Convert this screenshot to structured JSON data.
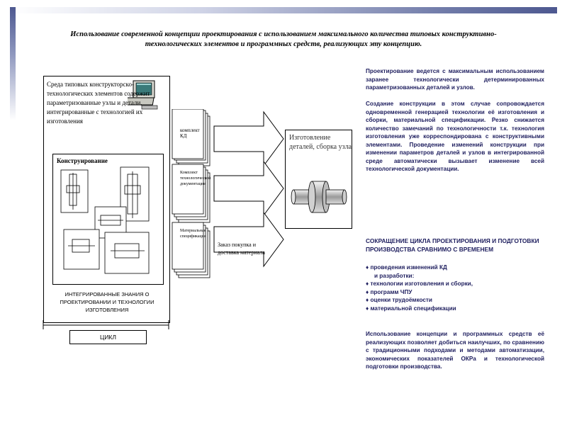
{
  "title": "Использование современной концепции проектирования с использованием максимального количества типовых конструктивно- технологических элементов и программных средств, реализующих эту концепцию.",
  "diagram": {
    "environment_text": "Среда типовых конструкторско-технологических элементов содержит параметризованные узлы и детали, интегрированные с технологией их изготовления",
    "design_label": "Конструирование",
    "integrated_knowledge": "ИНТЕГРИРОВАННЫЕ ЗНАНИЯ О ПРОЕКТИРОВАНИИ И ТЕХНОЛОГИИ ИЗГОТОВЛЕНИЯ",
    "cycle_label": "ЦИКЛ",
    "doc_kd": "комплект КД",
    "doc_tech": "Комплект технологической документации",
    "doc_material": "Материальная спецификация",
    "manufacturing": "Изготовление деталей, сборка узла",
    "purchase_order": "Заказ покупка и доставка материала"
  },
  "right_panel": {
    "para1": "Проектирование ведется с максимальным использованием заранее технологически детерминированных параметризованных деталей и узлов.",
    "para2": "Создание конструкции в этом случае сопровождается одновременной генерацией технологии её изготовления и сборки, материальной спецификации. Резко снижается количество замечаний по технологичности т.к. технология изготовления уже корреспондирована с конструктивными элементами. Проведение изменений конструкции при изменении параметров деталей и узлов в интегрированной среде автоматически вызывает изменение всей технологической документации.",
    "heading": "СОКРАЩЕНИЕ ЦИКЛА ПРОЕКТИРОВАНИЯ И ПОДГОТОВКИ ПРОИЗВОДСТВА СРАВНИМО С ВРЕМЕНЕМ",
    "bullets": [
      "♦ проведения изменений КД",
      "и разработки:",
      "♦ технологии изготовления и сборки,",
      "♦ программ ЧПУ",
      "♦ оценки трудоёмкости",
      "♦ материальной спецификации"
    ],
    "para3": "Использование концепции и программных средств её реализующих позволяет добиться наилучших, по сравнению с традиционными подходами и методами автоматизации, экономических показателей ОКРа и технологической подготовки производства."
  },
  "colors": {
    "right_text": "#1f1f5f",
    "header_bar": "#4d5890"
  }
}
